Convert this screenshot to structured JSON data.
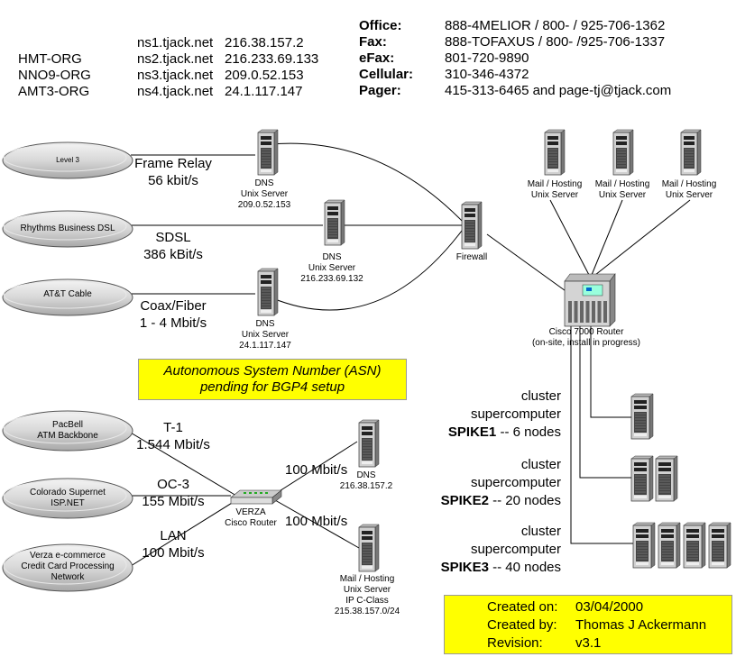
{
  "header": {
    "orgs": [
      "HMT-ORG",
      "NNO9-ORG",
      "AMT3-ORG"
    ],
    "nameservers": [
      {
        "host": "ns1.tjack.net",
        "ip": "216.38.157.2"
      },
      {
        "host": "ns2.tjack.net",
        "ip": "216.233.69.133"
      },
      {
        "host": "ns3.tjack.net",
        "ip": "209.0.52.153"
      },
      {
        "host": "ns4.tjack.net",
        "ip": "24.1.117.147"
      }
    ],
    "contacts": [
      {
        "label": "Office:",
        "value": "888-4MELIOR / 800-  / 925-706-1362"
      },
      {
        "label": "Fax:",
        "value": "888-TOFAXUS / 800-  /925-706-1337"
      },
      {
        "label": "eFax:",
        "value": "801-720-9890"
      },
      {
        "label": "Cellular:",
        "value": "310-346-4372"
      },
      {
        "label": "Pager:",
        "value": "415-313-6465 and page-tj@tjack.com"
      }
    ]
  },
  "upstream": [
    {
      "name": "Level 3",
      "link": "Frame Relay",
      "speed": "56 kbit/s"
    },
    {
      "name": "Rhythms Business DSL",
      "link": "SDSL",
      "speed": "386 kBit/s"
    },
    {
      "name": "AT&T Cable",
      "link": "Coax/Fiber",
      "speed": "1 - 4 Mbit/s"
    }
  ],
  "dns_servers": [
    {
      "line1": "DNS",
      "line2": "Unix Server",
      "ip": "209.0.52.153"
    },
    {
      "line1": "DNS",
      "line2": "Unix Server",
      "ip": "216.233.69.132"
    },
    {
      "line1": "DNS",
      "line2": "Unix Server",
      "ip": "24.1.117.147"
    }
  ],
  "firewall": "Firewall",
  "mail_servers": [
    {
      "line1": "Mail / Hosting",
      "line2": "Unix Server"
    },
    {
      "line1": "Mail / Hosting",
      "line2": "Unix Server"
    },
    {
      "line1": "Mail / Hosting",
      "line2": "Unix Server"
    }
  ],
  "router": {
    "line1": "Cisco 7000 Router",
    "line2": "(on-site, install in progress)"
  },
  "asn_note": {
    "line1": "Autonomous System Number (ASN)",
    "line2": "pending for BGP4 setup"
  },
  "clusters": [
    {
      "line1": "cluster",
      "line2": "supercomputer",
      "name": "SPIKE1",
      "nodes": " --   6 nodes"
    },
    {
      "line1": "cluster",
      "line2": "supercomputer",
      "name": "SPIKE2",
      "nodes": " -- 20 nodes"
    },
    {
      "line1": "cluster",
      "line2": "supercomputer",
      "name": "SPIKE3",
      "nodes": " -- 40 nodes"
    }
  ],
  "lower_links": [
    {
      "name_line1": "PacBell",
      "name_line2": "ATM Backbone",
      "link": "T-1",
      "speed": "1.544 Mbit/s"
    },
    {
      "name_line1": "Colorado Supernet",
      "name_line2": "ISP.NET",
      "link": "OC-3",
      "speed": "155 Mbit/s"
    },
    {
      "name_line1": "Verza e-commerce",
      "name_line2": "Credit Card Processing",
      "name_line3": "Network",
      "link": "LAN",
      "speed": "100 Mbit/s"
    }
  ],
  "verza_router": {
    "line1": "VERZA",
    "line2": "Cisco Router"
  },
  "lower_servers": {
    "dns": {
      "speed": "100 Mbit/s",
      "line1": "DNS",
      "ip": "216.38.157.2"
    },
    "mail": {
      "speed": "100 Mbit/s",
      "line1": "Mail / Hosting",
      "line2": "Unix Server",
      "line3": "IP C-Class",
      "ip": "215.38.157.0/24"
    }
  },
  "created": {
    "on_label": "Created on:",
    "on_value": "03/04/2000",
    "by_label": "Created by:",
    "by_value": "Thomas J Ackermann",
    "rev_label": "Revision:",
    "rev_value": "v3.1"
  }
}
